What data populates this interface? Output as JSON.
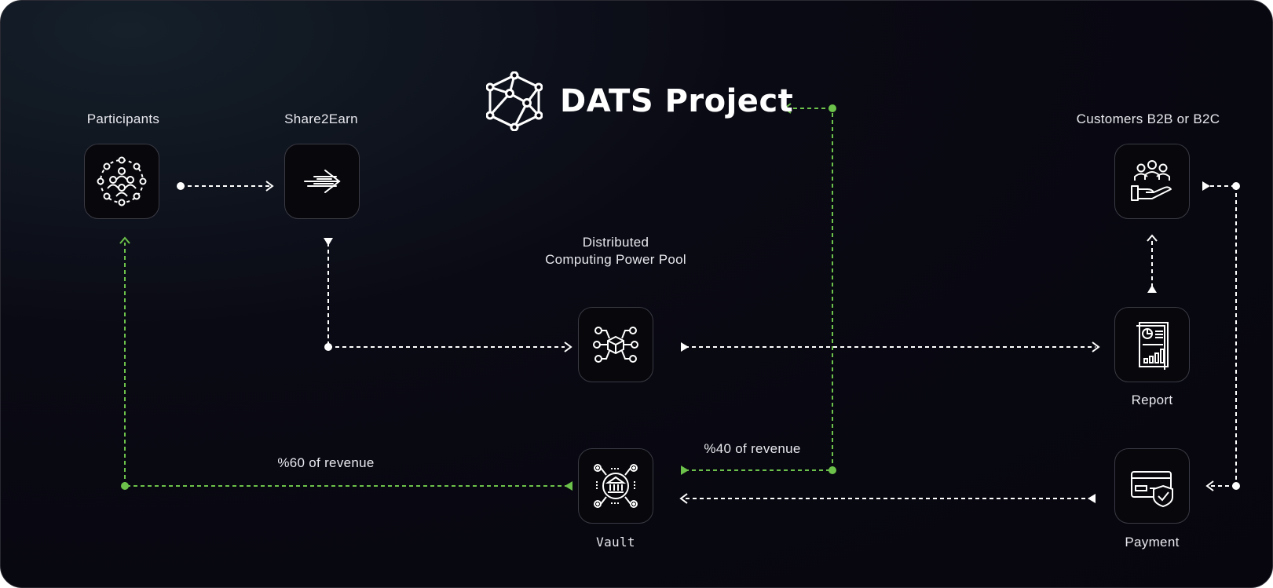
{
  "title": "DATS Project",
  "nodes": {
    "participants": "Participants",
    "share2earn": "Share2Earn",
    "pool_line1": "Distributed",
    "pool_line2": "Computing Power Pool",
    "customers": "Customers B2B or B2C",
    "report": "Report",
    "payment": "Payment",
    "vault": "Vault"
  },
  "edges": {
    "revenue_60": "%60 of revenue",
    "revenue_40": "%40 of revenue"
  },
  "colors": {
    "background": "#07060e",
    "flow_white": "#ffffff",
    "flow_green": "#6cc24a",
    "box_border": "#3a3a44"
  },
  "icons": [
    "network-logo-icon",
    "people-network-icon",
    "speed-arrow-icon",
    "cube-network-icon",
    "customers-hand-icon",
    "report-chart-icon",
    "credit-card-shield-icon",
    "bank-vault-icon"
  ]
}
